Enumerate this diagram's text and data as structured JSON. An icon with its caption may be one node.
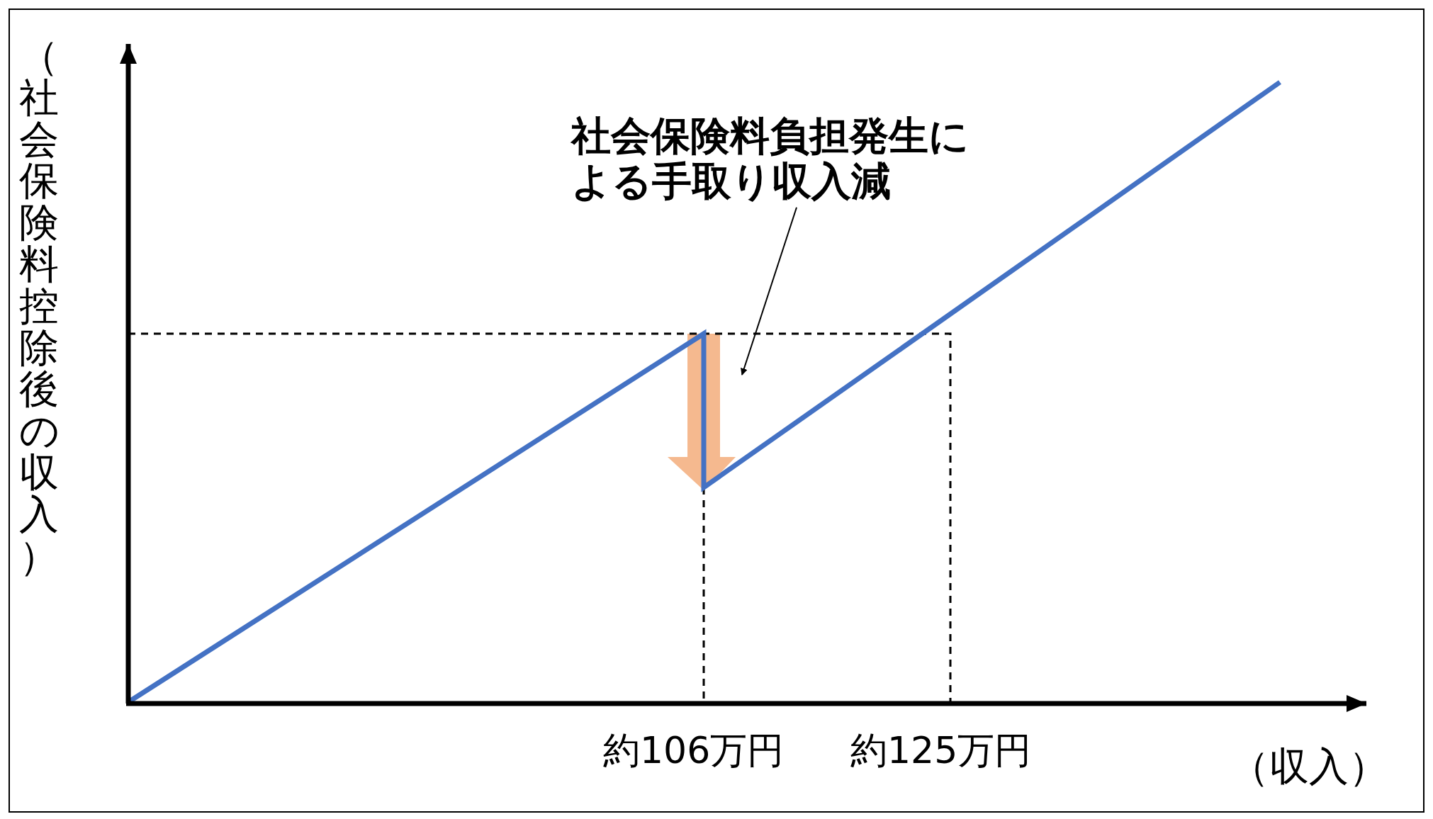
{
  "diagram": {
    "nodes": [
      {
        "text": [
          "社会保険料負担発生による手取り収入減"
        ]
      },
      {
        "text": [],
        "shape": "arrow"
      }
    ],
    "edges": [
      {
        "from": 0,
        "to": 1,
        "arrow": "to"
      }
    ],
    "labels": [
      "（社会保険料控除後の収入）",
      "約106万円",
      "約125万円",
      "（収入）"
    ]
  }
}
